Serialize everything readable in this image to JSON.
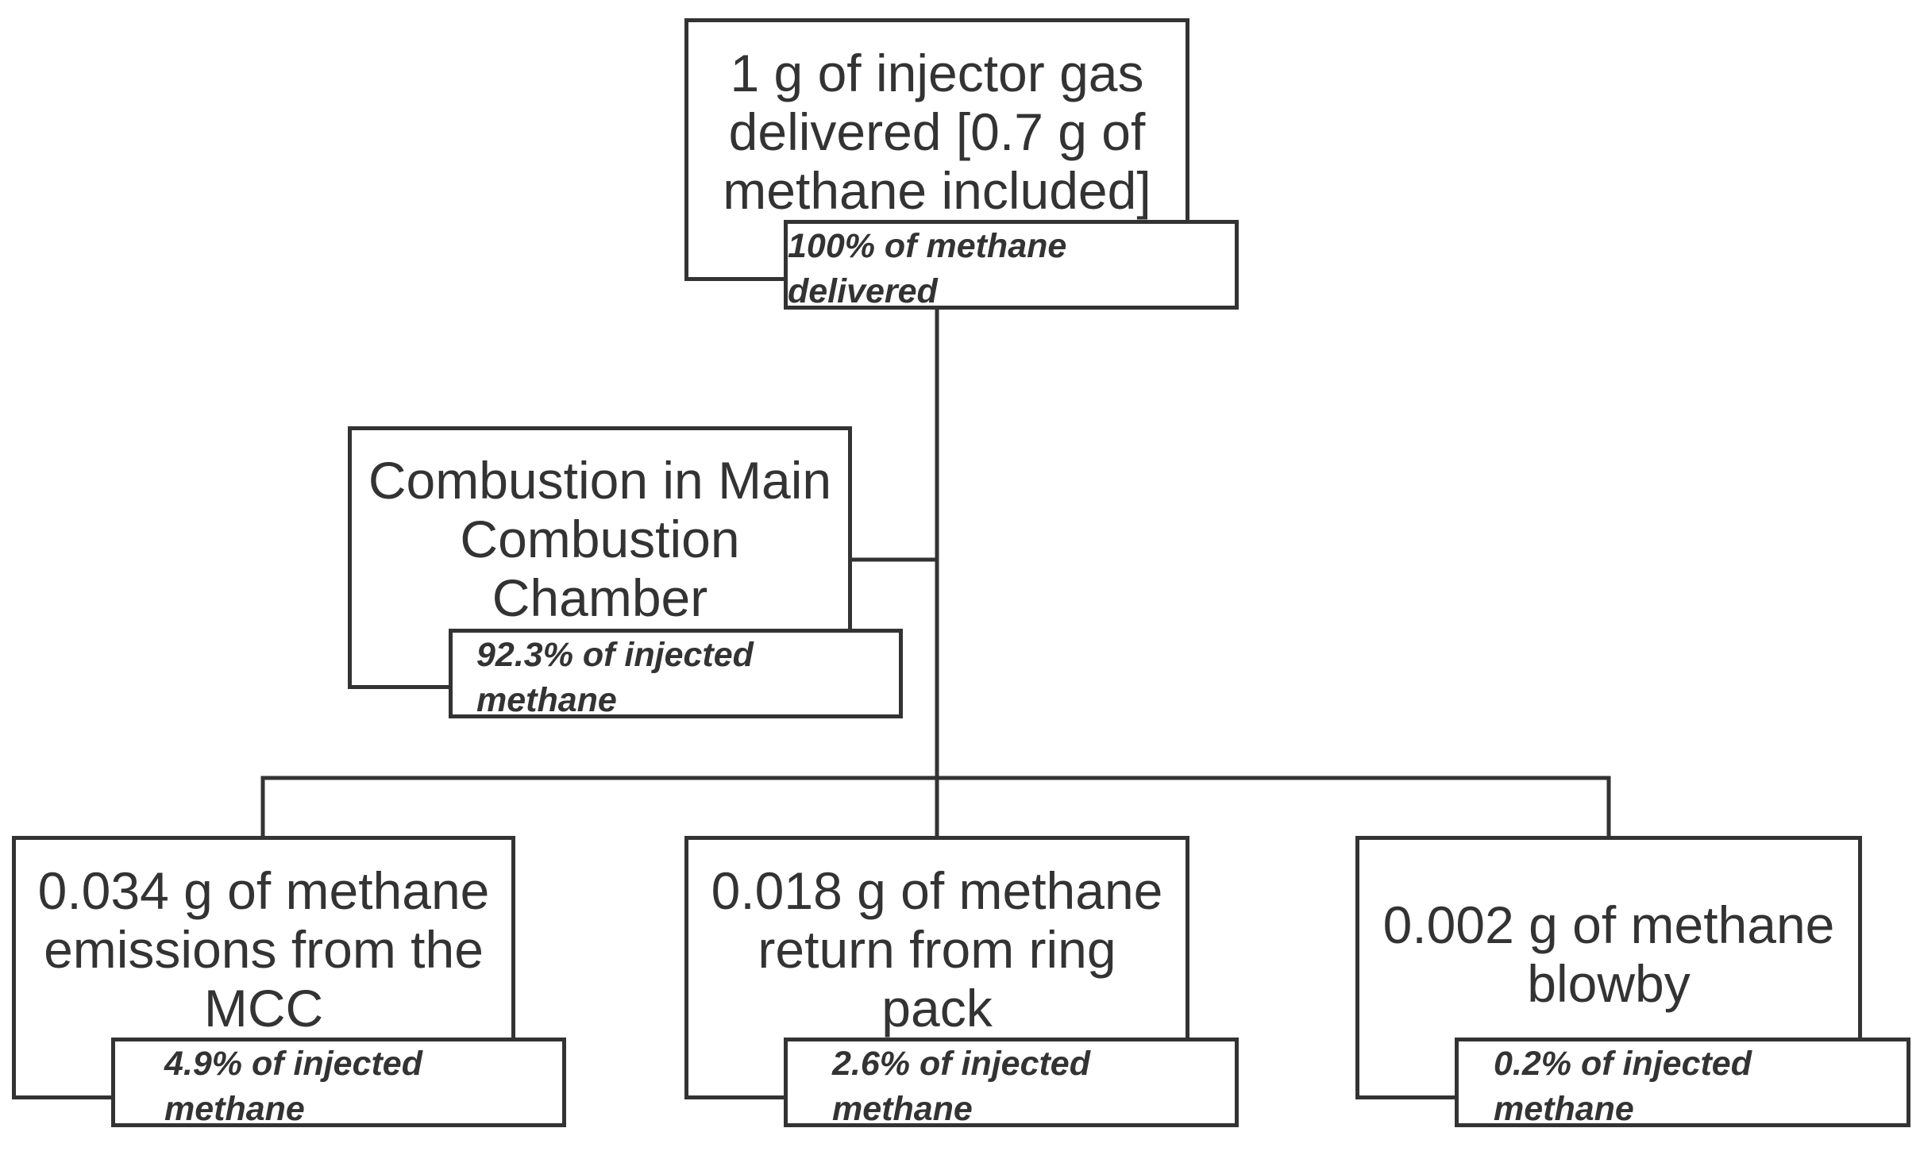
{
  "diagram": {
    "root": {
      "text": "1 g of injector gas\ndelivered [0.7 g of\nmethane included]",
      "tag": "100% of methane\ndelivered"
    },
    "combustion": {
      "text": "Combustion in Main\nCombustion\nChamber",
      "tag": "92.3% of injected\nmethane"
    },
    "leaves": [
      {
        "text": "0.034 g of methane\nemissions from the\nMCC",
        "tag": "4.9% of injected\nmethane"
      },
      {
        "text": "0.018 g of methane\nreturn from ring\npack",
        "tag": "2.6% of injected\nmethane"
      },
      {
        "text": "0.002 g of methane\nblowby",
        "tag": "0.2% of injected\nmethane"
      }
    ]
  }
}
